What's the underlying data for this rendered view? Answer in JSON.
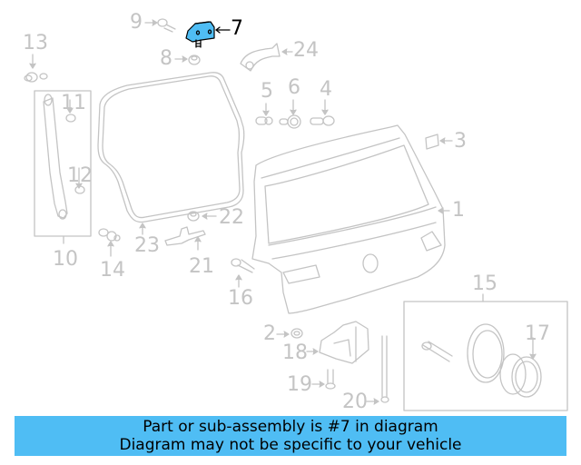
{
  "diagram": {
    "highlighted_part": "7",
    "highlight_color": "#4fbdf4",
    "line_color": "#c4c4c4",
    "callouts": [
      {
        "id": "1",
        "label": "1"
      },
      {
        "id": "2",
        "label": "2"
      },
      {
        "id": "3",
        "label": "3"
      },
      {
        "id": "4",
        "label": "4"
      },
      {
        "id": "5",
        "label": "5"
      },
      {
        "id": "6",
        "label": "6"
      },
      {
        "id": "7",
        "label": "7"
      },
      {
        "id": "8",
        "label": "8"
      },
      {
        "id": "9",
        "label": "9"
      },
      {
        "id": "10",
        "label": "10"
      },
      {
        "id": "11",
        "label": "11"
      },
      {
        "id": "12",
        "label": "12"
      },
      {
        "id": "13",
        "label": "13"
      },
      {
        "id": "14",
        "label": "14"
      },
      {
        "id": "15",
        "label": "15"
      },
      {
        "id": "16",
        "label": "16"
      },
      {
        "id": "17",
        "label": "17"
      },
      {
        "id": "18",
        "label": "18"
      },
      {
        "id": "19",
        "label": "19"
      },
      {
        "id": "20",
        "label": "20"
      },
      {
        "id": "21",
        "label": "21"
      },
      {
        "id": "22",
        "label": "22"
      },
      {
        "id": "23",
        "label": "23"
      },
      {
        "id": "24",
        "label": "24"
      }
    ]
  },
  "banner": {
    "line1": "Part or sub-assembly is #7 in diagram",
    "line2": "Diagram may not be specific to your vehicle",
    "background": "#4fbdf4"
  }
}
